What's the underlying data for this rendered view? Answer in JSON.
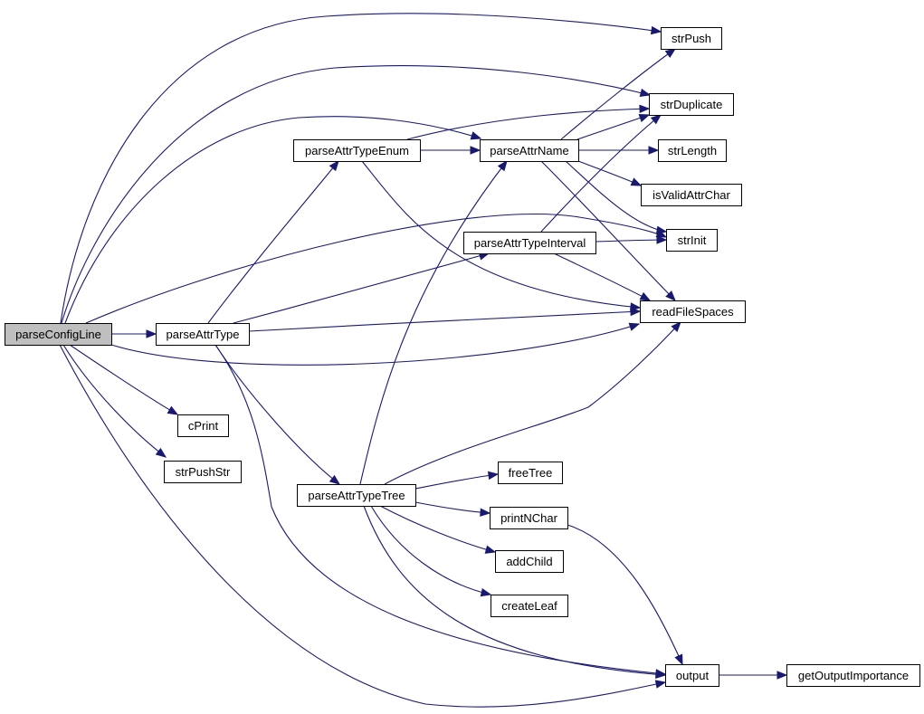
{
  "graph": {
    "root": "parseConfigLine",
    "nodes": {
      "parseConfigLine": "parseConfigLine",
      "parseAttrType": "parseAttrType",
      "parseAttrTypeEnum": "parseAttrTypeEnum",
      "parseAttrName": "parseAttrName",
      "parseAttrTypeInterval": "parseAttrTypeInterval",
      "parseAttrTypeTree": "parseAttrTypeTree",
      "strPush": "strPush",
      "strDuplicate": "strDuplicate",
      "strLength": "strLength",
      "isValidAttrChar": "isValidAttrChar",
      "strInit": "strInit",
      "readFileSpaces": "readFileSpaces",
      "cPrint": "cPrint",
      "strPushStr": "strPushStr",
      "freeTree": "freeTree",
      "printNChar": "printNChar",
      "addChild": "addChild",
      "createLeaf": "createLeaf",
      "output": "output",
      "getOutputImportance": "getOutputImportance"
    },
    "edges": [
      [
        "parseConfigLine",
        "strPush"
      ],
      [
        "parseConfigLine",
        "strDuplicate"
      ],
      [
        "parseConfigLine",
        "parseAttrName"
      ],
      [
        "parseConfigLine",
        "strInit"
      ],
      [
        "parseConfigLine",
        "parseAttrType"
      ],
      [
        "parseConfigLine",
        "readFileSpaces"
      ],
      [
        "parseConfigLine",
        "cPrint"
      ],
      [
        "parseConfigLine",
        "strPushStr"
      ],
      [
        "parseConfigLine",
        "output"
      ],
      [
        "parseAttrType",
        "parseAttrTypeEnum"
      ],
      [
        "parseAttrType",
        "parseAttrTypeInterval"
      ],
      [
        "parseAttrType",
        "readFileSpaces"
      ],
      [
        "parseAttrType",
        "parseAttrTypeTree"
      ],
      [
        "parseAttrType",
        "output"
      ],
      [
        "parseAttrTypeEnum",
        "parseAttrName"
      ],
      [
        "parseAttrTypeEnum",
        "strDuplicate"
      ],
      [
        "parseAttrTypeEnum",
        "readFileSpaces"
      ],
      [
        "parseAttrName",
        "strPush"
      ],
      [
        "parseAttrName",
        "strDuplicate"
      ],
      [
        "parseAttrName",
        "strLength"
      ],
      [
        "parseAttrName",
        "isValidAttrChar"
      ],
      [
        "parseAttrName",
        "strInit"
      ],
      [
        "parseAttrName",
        "readFileSpaces"
      ],
      [
        "parseAttrTypeInterval",
        "strDuplicate"
      ],
      [
        "parseAttrTypeInterval",
        "strInit"
      ],
      [
        "parseAttrTypeInterval",
        "readFileSpaces"
      ],
      [
        "parseAttrTypeTree",
        "parseAttrName"
      ],
      [
        "parseAttrTypeTree",
        "readFileSpaces"
      ],
      [
        "parseAttrTypeTree",
        "freeTree"
      ],
      [
        "parseAttrTypeTree",
        "printNChar"
      ],
      [
        "parseAttrTypeTree",
        "addChild"
      ],
      [
        "parseAttrTypeTree",
        "createLeaf"
      ],
      [
        "parseAttrTypeTree",
        "output"
      ],
      [
        "printNChar",
        "output"
      ],
      [
        "output",
        "getOutputImportance"
      ]
    ]
  },
  "colors": {
    "edge": "#191970",
    "root_fill": "#bfbfbf",
    "node_fill": "#ffffff",
    "node_border": "#000000"
  }
}
